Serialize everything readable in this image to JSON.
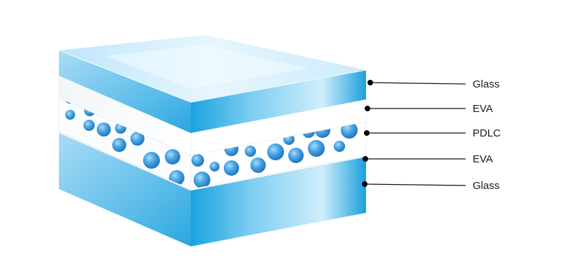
{
  "layers": [
    {
      "id": "glass-top",
      "label": "Glass"
    },
    {
      "id": "eva-top",
      "label": "EVA"
    },
    {
      "id": "pdlc",
      "label": "PDLC"
    },
    {
      "id": "eva-bottom",
      "label": "EVA"
    },
    {
      "id": "glass-bottom",
      "label": "Glass"
    }
  ],
  "colors": {
    "glass_light": "#dff3fd",
    "glass_mid": "#8ed3f4",
    "glass_dark": "#1aa3df",
    "glass_edge": "#0b8fd0",
    "interlayer": "#ffffff",
    "droplet": "#2f8fd4",
    "label": "#1a1a1a"
  }
}
